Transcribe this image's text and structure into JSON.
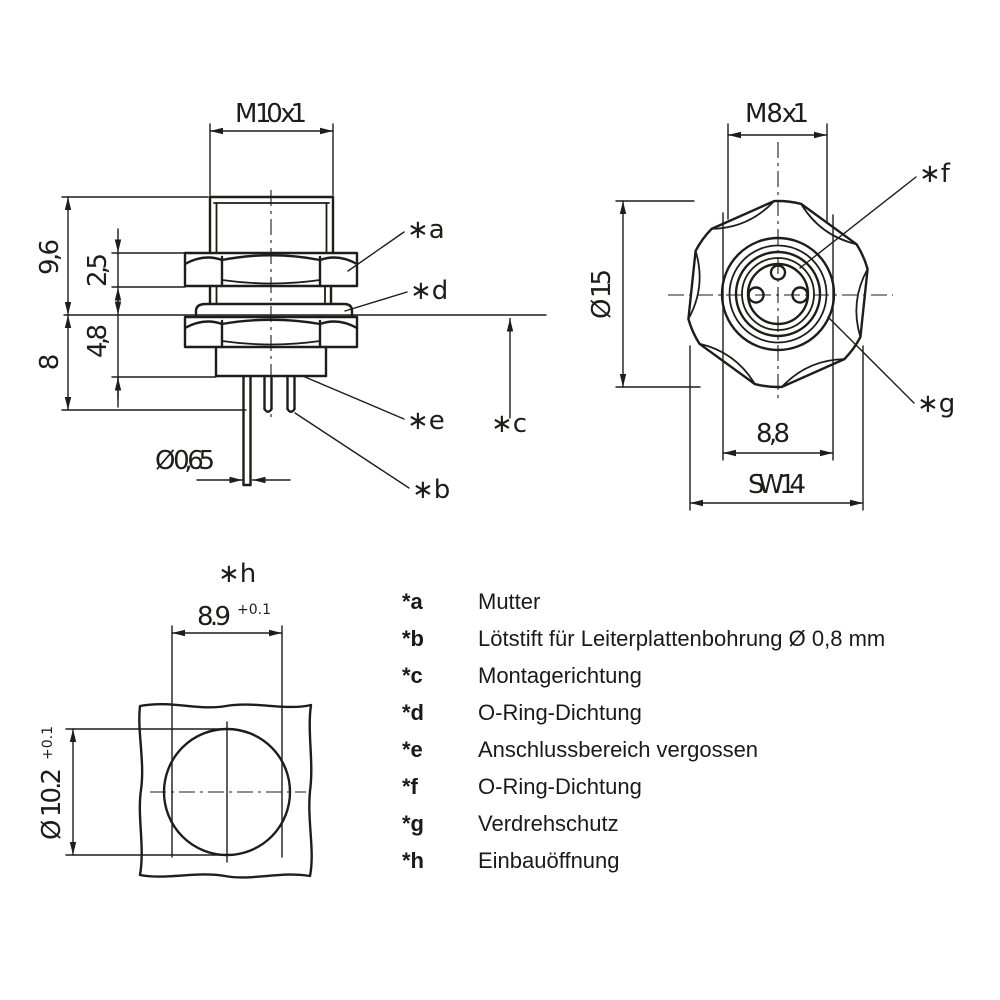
{
  "title": "M8 panel connector technical drawing",
  "colors": {
    "line": "#1d1d1b",
    "background": "#ffffff",
    "text": "#1a1a1a"
  },
  "side_view": {
    "thread_label": "M 10 x1",
    "dims": {
      "overall_top": "9,6",
      "nut_height": "2,5",
      "rear_height": "4,8",
      "below_panel": "8",
      "pin_diameter": "Ø 0,65"
    },
    "callouts": {
      "a": "∗a",
      "d": "∗d",
      "e": "∗e",
      "c": "∗c",
      "b": "∗b"
    }
  },
  "front_view": {
    "thread_label": "M 8 x1",
    "dims": {
      "flange_diameter": "Ø 15",
      "flat_width": "8,8",
      "wrench_size": "SW 14"
    },
    "callouts": {
      "f": "∗f",
      "g": "∗g"
    }
  },
  "cutout_view": {
    "callout": "∗h",
    "dims": {
      "width": "8.9",
      "width_tol": "+0.1",
      "diameter": "Ø 10.2",
      "diameter_tol": "+0.1"
    }
  },
  "legend": {
    "items": [
      {
        "key": "*a",
        "label": "Mutter"
      },
      {
        "key": "*b",
        "label": "Lötstift für Leiterplattenbohrung Ø 0,8 mm"
      },
      {
        "key": "*c",
        "label": "Montagerichtung"
      },
      {
        "key": "*d",
        "label": "O-Ring-Dichtung"
      },
      {
        "key": "*e",
        "label": "Anschlussbereich vergossen"
      },
      {
        "key": "*f",
        "label": "O-Ring-Dichtung"
      },
      {
        "key": "*g",
        "label": "Verdrehschutz"
      },
      {
        "key": "*h",
        "label": "Einbauöffnung"
      }
    ]
  }
}
